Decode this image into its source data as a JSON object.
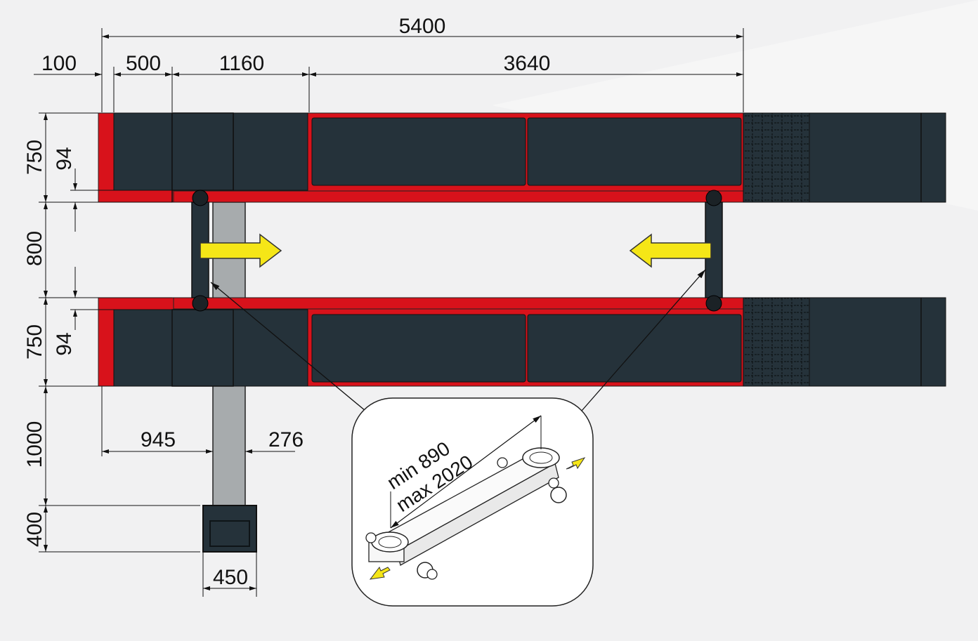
{
  "colors": {
    "frame_red": "#d8121b",
    "platform_dark": "#25323a",
    "column_grey": "#a7abad",
    "arrow_yellow": "#f5e617",
    "background": "#f1f1f2"
  },
  "dimensions_top": {
    "total": "5400",
    "offset": "100",
    "seg1": "500",
    "seg2": "1160",
    "seg3": "3640"
  },
  "dimensions_left": {
    "runway_top": "750",
    "inner_top": "94",
    "gap": "800",
    "runway_bottom": "750",
    "inner_bottom": "94",
    "column_length": "1000",
    "console_depth": "400"
  },
  "dimensions_bottom": {
    "column_offset": "945",
    "column_width": "276",
    "console_width": "450"
  },
  "inset": {
    "min_label": "min 890",
    "max_label": "max 2020"
  },
  "icons": {
    "arrow_right": "yellow-arrow-right-icon",
    "arrow_left": "yellow-arrow-left-icon"
  }
}
